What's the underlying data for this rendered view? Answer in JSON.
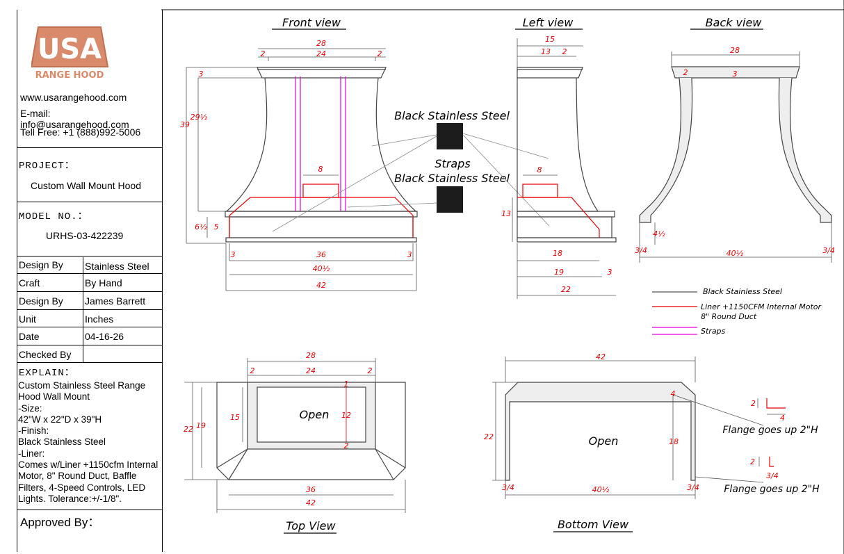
{
  "logo": {
    "letters": "USA",
    "subtitle": "RANGE HOOD"
  },
  "contact": {
    "website": "www.usarangehood.com",
    "email": "E-mail: info@usarangehood.com",
    "phone": "Tell Free: +1 (888)992-5006"
  },
  "project": {
    "heading": "PROJECT：",
    "value": "Custom Wall Mount Hood"
  },
  "model": {
    "heading": "MODEL NO.：",
    "value": "URHS-03-422239"
  },
  "specs": [
    {
      "label": "Design By",
      "value": "Stainless Steel"
    },
    {
      "label": "Craft",
      "value": "By Hand"
    },
    {
      "label": "Design By",
      "value": "James Barrett"
    },
    {
      "label": "Unit",
      "value": "Inches"
    },
    {
      "label": "Date",
      "value": "04-16-26"
    },
    {
      "label": "Checked By",
      "value": ""
    }
  ],
  "explain": {
    "heading": "EXPLAIN：",
    "lines": [
      "Custom Stainless Steel Range",
      "Hood Wall Mount",
      "-Size:",
      "42\"W x 22\"D x 39\"H",
      "-Finish:",
      "Black Stainless Steel",
      "-Liner:",
      "Comes w/Liner +1150cfm Internal",
      "Motor, 8\" Round Duct, Baffle",
      "Filters, 4-Speed Controls, LED",
      "Lights. Tolerance:+/-1/8\"."
    ]
  },
  "approved": "Approved By：",
  "views": {
    "front": "Front view",
    "left": "Left view",
    "back": "Back view",
    "top": "Top View",
    "bottom": "Bottom View"
  },
  "callouts": {
    "material": "Black Stainless Steel",
    "straps": "Straps",
    "material2": "Black Stainless Steel",
    "open": "Open",
    "flange1": "Flange goes up 2\"H",
    "flange2": "Flange goes up 2\"H"
  },
  "legend": {
    "steel": "Black Stainless Steel",
    "liner1": "Liner +1150CFM Internal Motor",
    "liner2": "8\" Round Duct",
    "straps": "Straps"
  },
  "colors": {
    "steel": "#555555",
    "liner": "#e60000",
    "straps": "#e000e0",
    "dim": "#e60000",
    "logo": "#d98a6a"
  },
  "dims": {
    "f28": "28",
    "f24": "24",
    "f2a": "2",
    "f2b": "2",
    "f3": "3",
    "f39": "39",
    "f29": "29½",
    "f8": "8",
    "f6": "6½",
    "f5": "5",
    "f36": "36",
    "f3a": "3",
    "f3b": "3",
    "f40": "40½",
    "f42": "42",
    "l15": "15",
    "l13": "13",
    "l2": "2",
    "l8": "8",
    "l13b": "13",
    "l18": "18",
    "l19": "19",
    "l3": "3",
    "l22": "22",
    "b28": "28",
    "b2": "2",
    "b3": "3",
    "b4": "4½",
    "b34a": "3/4",
    "b40": "40½",
    "b34b": "3/4",
    "t28": "28",
    "t2a": "2",
    "t24": "24",
    "t2b": "2",
    "t1": "1",
    "t15": "15",
    "t12": "12",
    "t2c": "2",
    "t22": "22",
    "t19": "19",
    "t36": "36",
    "t42": "42",
    "u42": "42",
    "u4": "4",
    "u22": "22",
    "u18": "18",
    "u34a": "3/4",
    "u40": "40½",
    "u34b": "3/4",
    "fl2a": "2",
    "fl4": "4",
    "fl2b": "2",
    "fl34": "3/4"
  }
}
